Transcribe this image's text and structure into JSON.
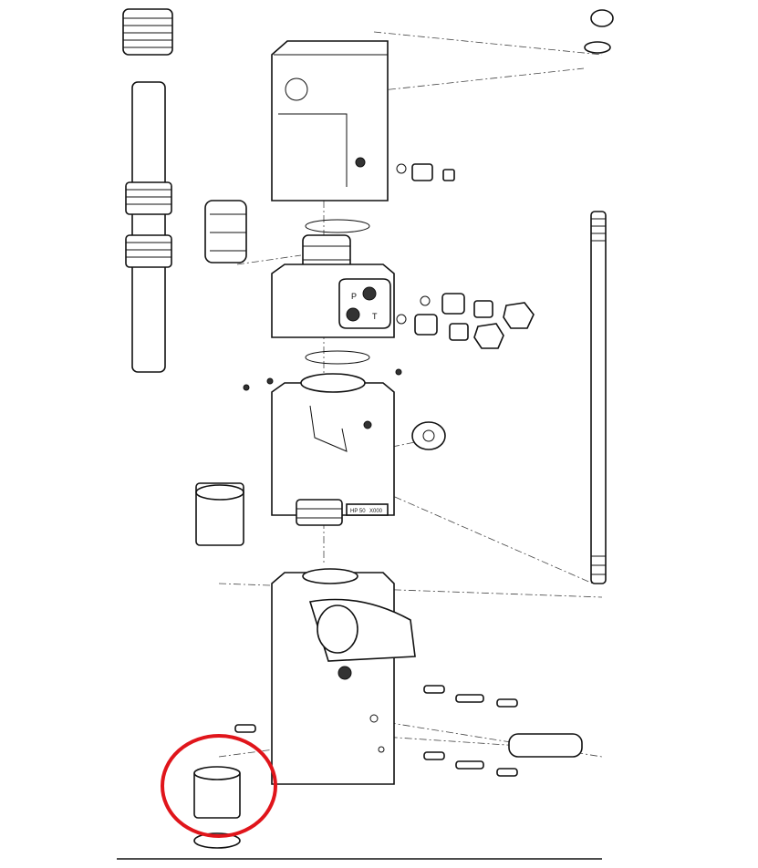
{
  "diagram": {
    "port_labels": {
      "pressure": "P",
      "tank": "T"
    },
    "plate_text": [
      "HP 50",
      "X000"
    ],
    "highlight_color": "#e0151b"
  }
}
